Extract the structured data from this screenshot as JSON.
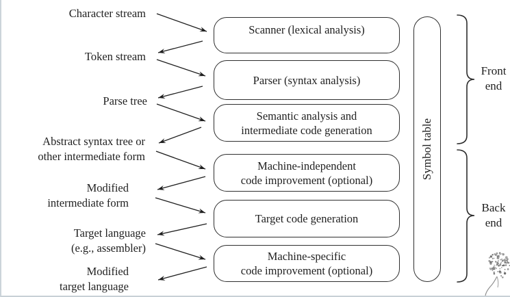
{
  "figure": {
    "left_labels": [
      {
        "lines": [
          "Character stream"
        ]
      },
      {
        "lines": [
          "Token stream"
        ]
      },
      {
        "lines": [
          "Parse tree"
        ]
      },
      {
        "lines": [
          "Abstract syntax tree or",
          "other intermediate form"
        ]
      },
      {
        "lines": [
          "Modified",
          "intermediate form"
        ]
      },
      {
        "lines": [
          "Target language",
          "(e.g., assembler)"
        ]
      },
      {
        "lines": [
          "Modified",
          "target language"
        ]
      }
    ],
    "stages": [
      {
        "lines": [
          "Scanner (lexical analysis)"
        ]
      },
      {
        "lines": [
          "Parser (syntax analysis)"
        ]
      },
      {
        "lines": [
          "Semantic analysis and",
          "intermediate code generation"
        ]
      },
      {
        "lines": [
          "Machine-independent",
          "code improvement (optional)"
        ]
      },
      {
        "lines": [
          "Target code generation"
        ]
      },
      {
        "lines": [
          "Machine-specific",
          "code improvement (optional)"
        ]
      }
    ],
    "symbol_table_label": "Symbol table",
    "brackets": {
      "front": {
        "lines": [
          "Front",
          "end"
        ]
      },
      "back": {
        "lines": [
          "Back",
          "end"
        ]
      }
    },
    "colors": {
      "ink": "#1f1f1f",
      "box_border": "#2e2e2e",
      "background": "#ffffff",
      "frame_edge": "#ccd4da",
      "watermark_gray": "#8d8d8d"
    }
  }
}
